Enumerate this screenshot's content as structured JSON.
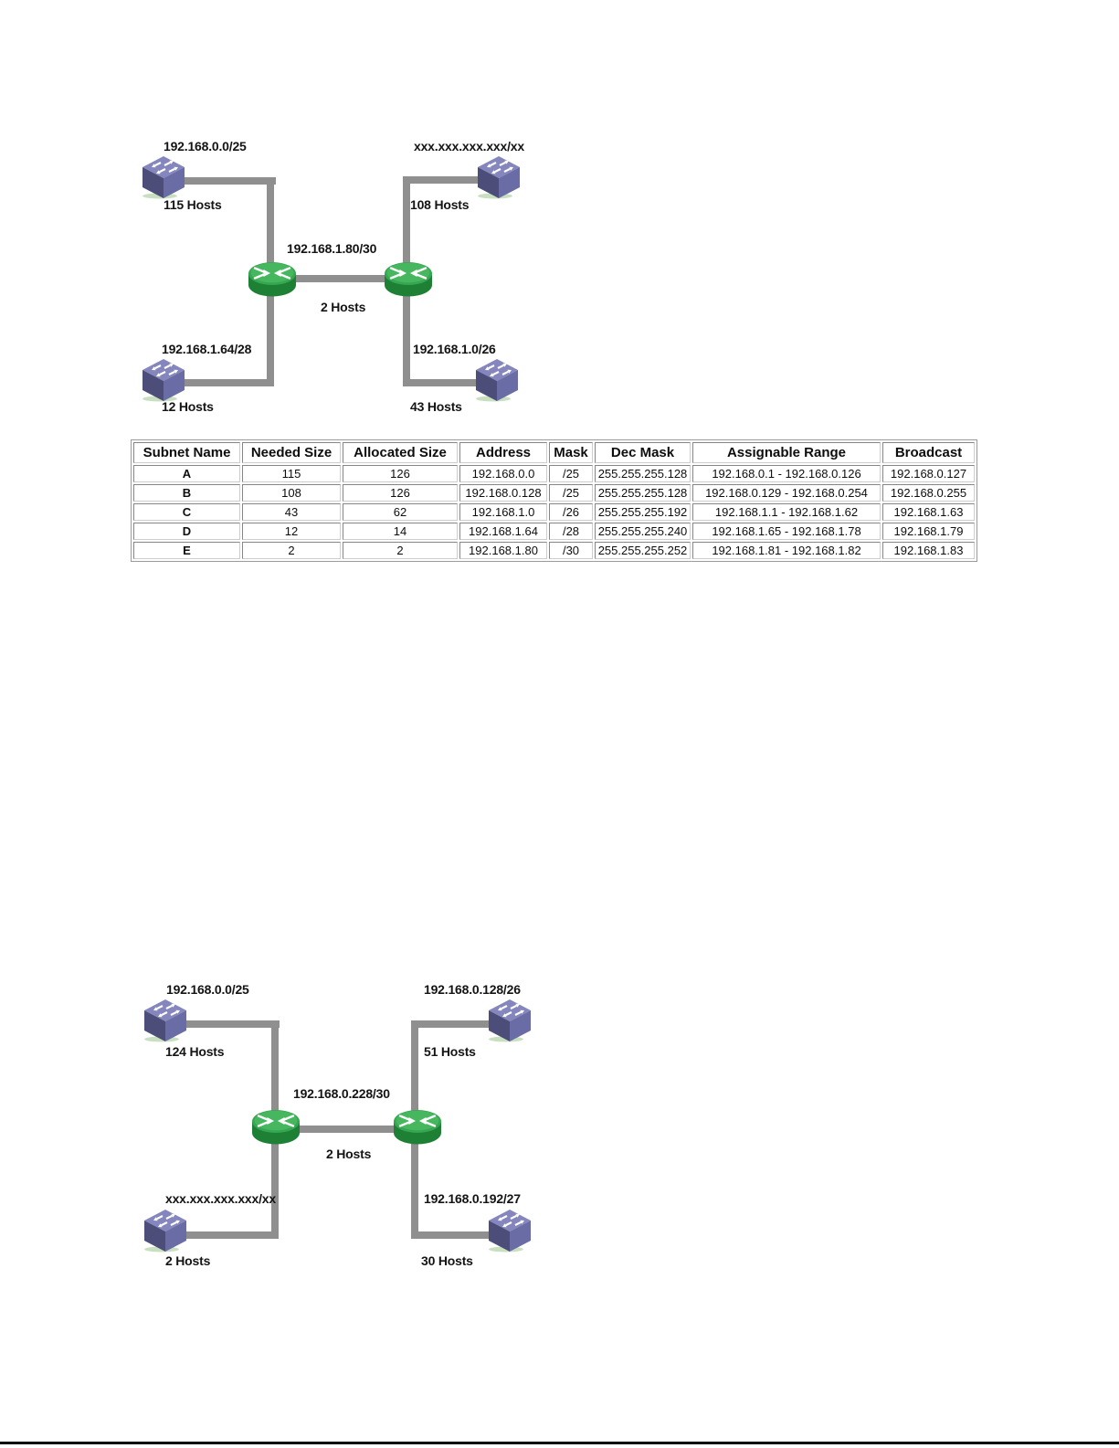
{
  "colors": {
    "line_gray": "#8f8f8f",
    "switch_top": "#8486bd",
    "switch_left": "#4c4d78",
    "switch_right": "#6a6ca6",
    "switch_shadow": "#c8e0c0",
    "router_top": "#35a750",
    "router_top_light": "#47b75f",
    "router_side": "#1e8035",
    "table_border": "#9b9b9b",
    "text": "#141414"
  },
  "diagrams": [
    {
      "id": "top-diagram",
      "nodes": {
        "top_left": {
          "address": "192.168.0.0/25",
          "hosts": "115 Hosts"
        },
        "top_right": {
          "address": "xxx.xxx.xxx.xxx/xx",
          "hosts": "108 Hosts"
        },
        "bottom_left": {
          "address": "192.168.1.64/28",
          "hosts": "12 Hosts"
        },
        "bottom_right": {
          "address": "192.168.1.0/26",
          "hosts": "43 Hosts"
        },
        "router_link": {
          "address": "192.168.1.80/30",
          "hosts": "2 Hosts"
        }
      }
    },
    {
      "id": "bottom-diagram",
      "nodes": {
        "top_left": {
          "address": "192.168.0.0/25",
          "hosts": "124 Hosts"
        },
        "top_right": {
          "address": "192.168.0.128/26",
          "hosts": "51 Hosts"
        },
        "bottom_left": {
          "address": "xxx.xxx.xxx.xxx/xx",
          "hosts": "2 Hosts"
        },
        "bottom_right": {
          "address": "192.168.0.192/27",
          "hosts": "30 Hosts"
        },
        "router_link": {
          "address": "192.168.0.228/30",
          "hosts": "2 Hosts"
        }
      }
    }
  ],
  "table": {
    "headers": [
      "Subnet Name",
      "Needed Size",
      "Allocated Size",
      "Address",
      "Mask",
      "Dec Mask",
      "Assignable Range",
      "Broadcast"
    ],
    "rows": [
      {
        "name": "A",
        "needed": "115",
        "allocated": "126",
        "address": "192.168.0.0",
        "mask": "/25",
        "dec_mask": "255.255.255.128",
        "range": "192.168.0.1 - 192.168.0.126",
        "broadcast": "192.168.0.127"
      },
      {
        "name": "B",
        "needed": "108",
        "allocated": "126",
        "address": "192.168.0.128",
        "mask": "/25",
        "dec_mask": "255.255.255.128",
        "range": "192.168.0.129 - 192.168.0.254",
        "broadcast": "192.168.0.255"
      },
      {
        "name": "C",
        "needed": "43",
        "allocated": "62",
        "address": "192.168.1.0",
        "mask": "/26",
        "dec_mask": "255.255.255.192",
        "range": "192.168.1.1 - 192.168.1.62",
        "broadcast": "192.168.1.63"
      },
      {
        "name": "D",
        "needed": "12",
        "allocated": "14",
        "address": "192.168.1.64",
        "mask": "/28",
        "dec_mask": "255.255.255.240",
        "range": "192.168.1.65 - 192.168.1.78",
        "broadcast": "192.168.1.79"
      },
      {
        "name": "E",
        "needed": "2",
        "allocated": "2",
        "address": "192.168.1.80",
        "mask": "/30",
        "dec_mask": "255.255.255.252",
        "range": "192.168.1.81 - 192.168.1.82",
        "broadcast": "192.168.1.83"
      }
    ]
  }
}
